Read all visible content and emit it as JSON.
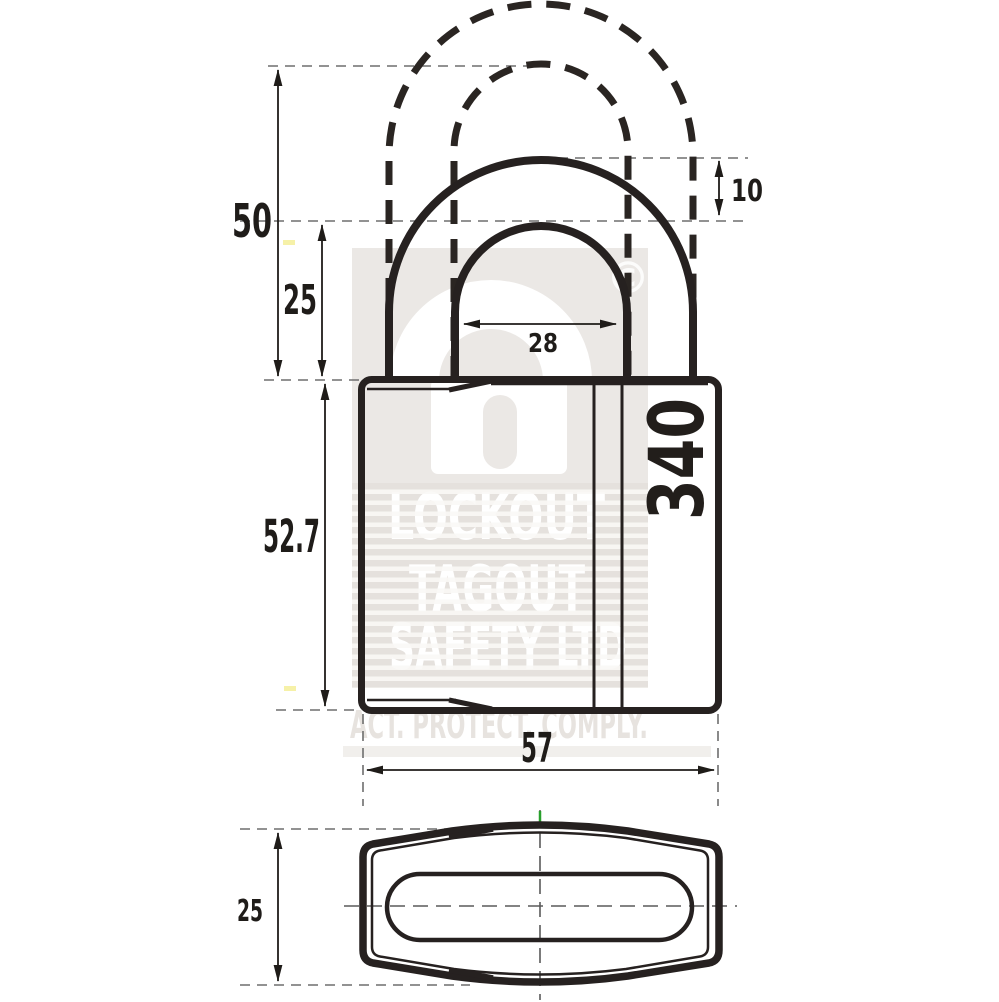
{
  "drawing": {
    "title": "Padlock technical dimension drawing",
    "product": {
      "code": "340"
    },
    "dimensions": {
      "open_clearance": "50",
      "closed_clearance": "25",
      "inner_width": "28",
      "shackle_diameter": "10",
      "body_height": "52.7",
      "body_width": "57",
      "body_depth": "25"
    }
  },
  "watermark": {
    "line1": "LOCKOUT",
    "line2": "TAGOUT",
    "line3": "SAFETY LTD",
    "tagline": "ACT. PROTECT. COMPLY.",
    "mark": "©"
  },
  "colors": {
    "line": "#262120",
    "dimension": "#1f1c19",
    "construction_dash": "#6e6e6e",
    "watermark_plate": "#ebe8e5",
    "watermark_text": "#ffffff",
    "tagline_gray": "#e7e3df",
    "highlight_yellow": "#f6f1a8",
    "tick_green": "#28a02c"
  }
}
